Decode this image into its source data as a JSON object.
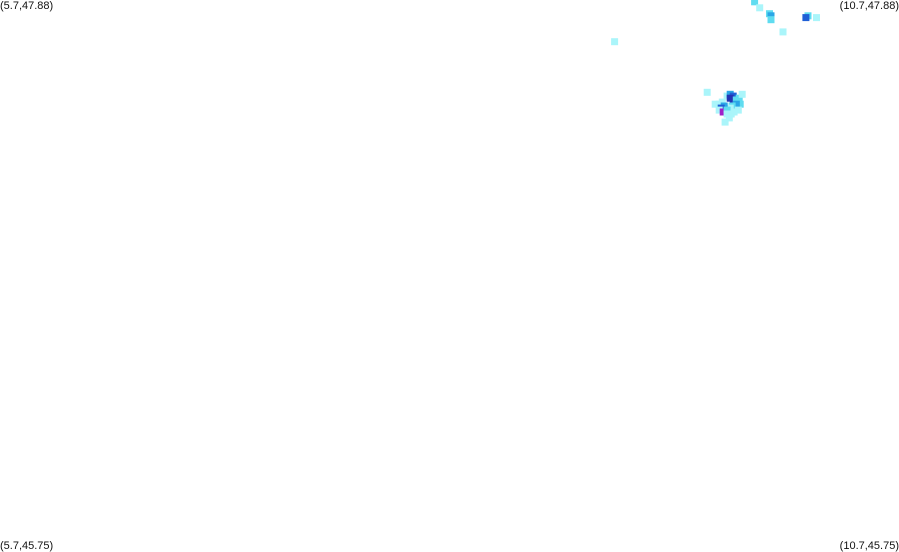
{
  "map": {
    "corner_labels": {
      "top_left": "(5.7,47.88)",
      "top_right": "(10.7,47.88)",
      "bottom_left": "(5.7,45.75)",
      "bottom_right": "(10.7,45.75)"
    },
    "bounds": {
      "lon_min": 5.7,
      "lon_max": 10.7,
      "lat_min": 45.75,
      "lat_max": 47.88
    },
    "intensity_colors": {
      "1": "#aaf5fa",
      "2": "#5fdcf0",
      "3": "#2aa6e6",
      "4": "#1f5fd6",
      "5": "#2335b4",
      "6": "#a020c8"
    },
    "precipitation_cells": [
      {
        "lon": 9.897,
        "lat": 47.873,
        "level": 2
      },
      {
        "lon": 9.925,
        "lat": 47.85,
        "level": 1
      },
      {
        "lon": 9.98,
        "lat": 47.827,
        "level": 2
      },
      {
        "lon": 9.988,
        "lat": 47.819,
        "level": 3
      },
      {
        "lon": 9.988,
        "lat": 47.804,
        "level": 2
      },
      {
        "lon": 10.055,
        "lat": 47.757,
        "level": 1
      },
      {
        "lon": 10.194,
        "lat": 47.819,
        "level": 2
      },
      {
        "lon": 10.182,
        "lat": 47.812,
        "level": 4
      },
      {
        "lon": 10.241,
        "lat": 47.812,
        "level": 1
      },
      {
        "lon": 9.118,
        "lat": 47.719,
        "level": 1
      },
      {
        "lon": 9.633,
        "lat": 47.524,
        "level": 1
      },
      {
        "lon": 9.678,
        "lat": 47.478,
        "level": 1
      },
      {
        "lon": 9.7,
        "lat": 47.478,
        "level": 1
      },
      {
        "lon": 9.717,
        "lat": 47.486,
        "level": 1
      },
      {
        "lon": 9.744,
        "lat": 47.509,
        "level": 1
      },
      {
        "lon": 9.761,
        "lat": 47.516,
        "level": 3
      },
      {
        "lon": 9.778,
        "lat": 47.509,
        "level": 4
      },
      {
        "lon": 9.761,
        "lat": 47.501,
        "level": 5
      },
      {
        "lon": 9.778,
        "lat": 47.494,
        "level": 5
      },
      {
        "lon": 9.795,
        "lat": 47.494,
        "level": 2
      },
      {
        "lon": 9.811,
        "lat": 47.501,
        "level": 2
      },
      {
        "lon": 9.828,
        "lat": 47.516,
        "level": 1
      },
      {
        "lon": 9.817,
        "lat": 47.478,
        "level": 2
      },
      {
        "lon": 9.795,
        "lat": 47.478,
        "level": 3
      },
      {
        "lon": 9.772,
        "lat": 47.471,
        "level": 2
      },
      {
        "lon": 9.761,
        "lat": 47.463,
        "level": 1
      },
      {
        "lon": 9.728,
        "lat": 47.471,
        "level": 3
      },
      {
        "lon": 9.711,
        "lat": 47.463,
        "level": 4
      },
      {
        "lon": 9.7,
        "lat": 47.455,
        "level": 1
      },
      {
        "lon": 9.722,
        "lat": 47.448,
        "level": 6
      },
      {
        "lon": 9.744,
        "lat": 47.455,
        "level": 2
      },
      {
        "lon": 9.744,
        "lat": 47.44,
        "level": 1
      },
      {
        "lon": 9.767,
        "lat": 47.44,
        "level": 1
      },
      {
        "lon": 9.783,
        "lat": 47.448,
        "level": 1
      },
      {
        "lon": 9.806,
        "lat": 47.455,
        "level": 1
      },
      {
        "lon": 9.756,
        "lat": 47.425,
        "level": 1
      },
      {
        "lon": 9.733,
        "lat": 47.409,
        "level": 1
      }
    ]
  }
}
